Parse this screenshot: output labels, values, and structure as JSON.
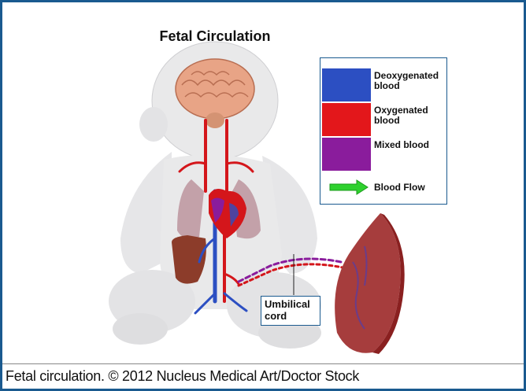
{
  "figure": {
    "title": "Fetal Circulation",
    "legend": [
      {
        "label": "Deoxygenated blood",
        "color": "#2c4fc2"
      },
      {
        "label": "Oxygenated blood",
        "color": "#e3171b"
      },
      {
        "label": "Mixed blood",
        "color": "#8a1c9c"
      }
    ],
    "flow_label": "Blood Flow",
    "flow_color": "#2ed12e",
    "callout": "Umbilical cord",
    "caption": "Fetal circulation. © 2012 Nucleus Medical Art/Doctor Stock",
    "frame_color": "#1a5a8f"
  }
}
